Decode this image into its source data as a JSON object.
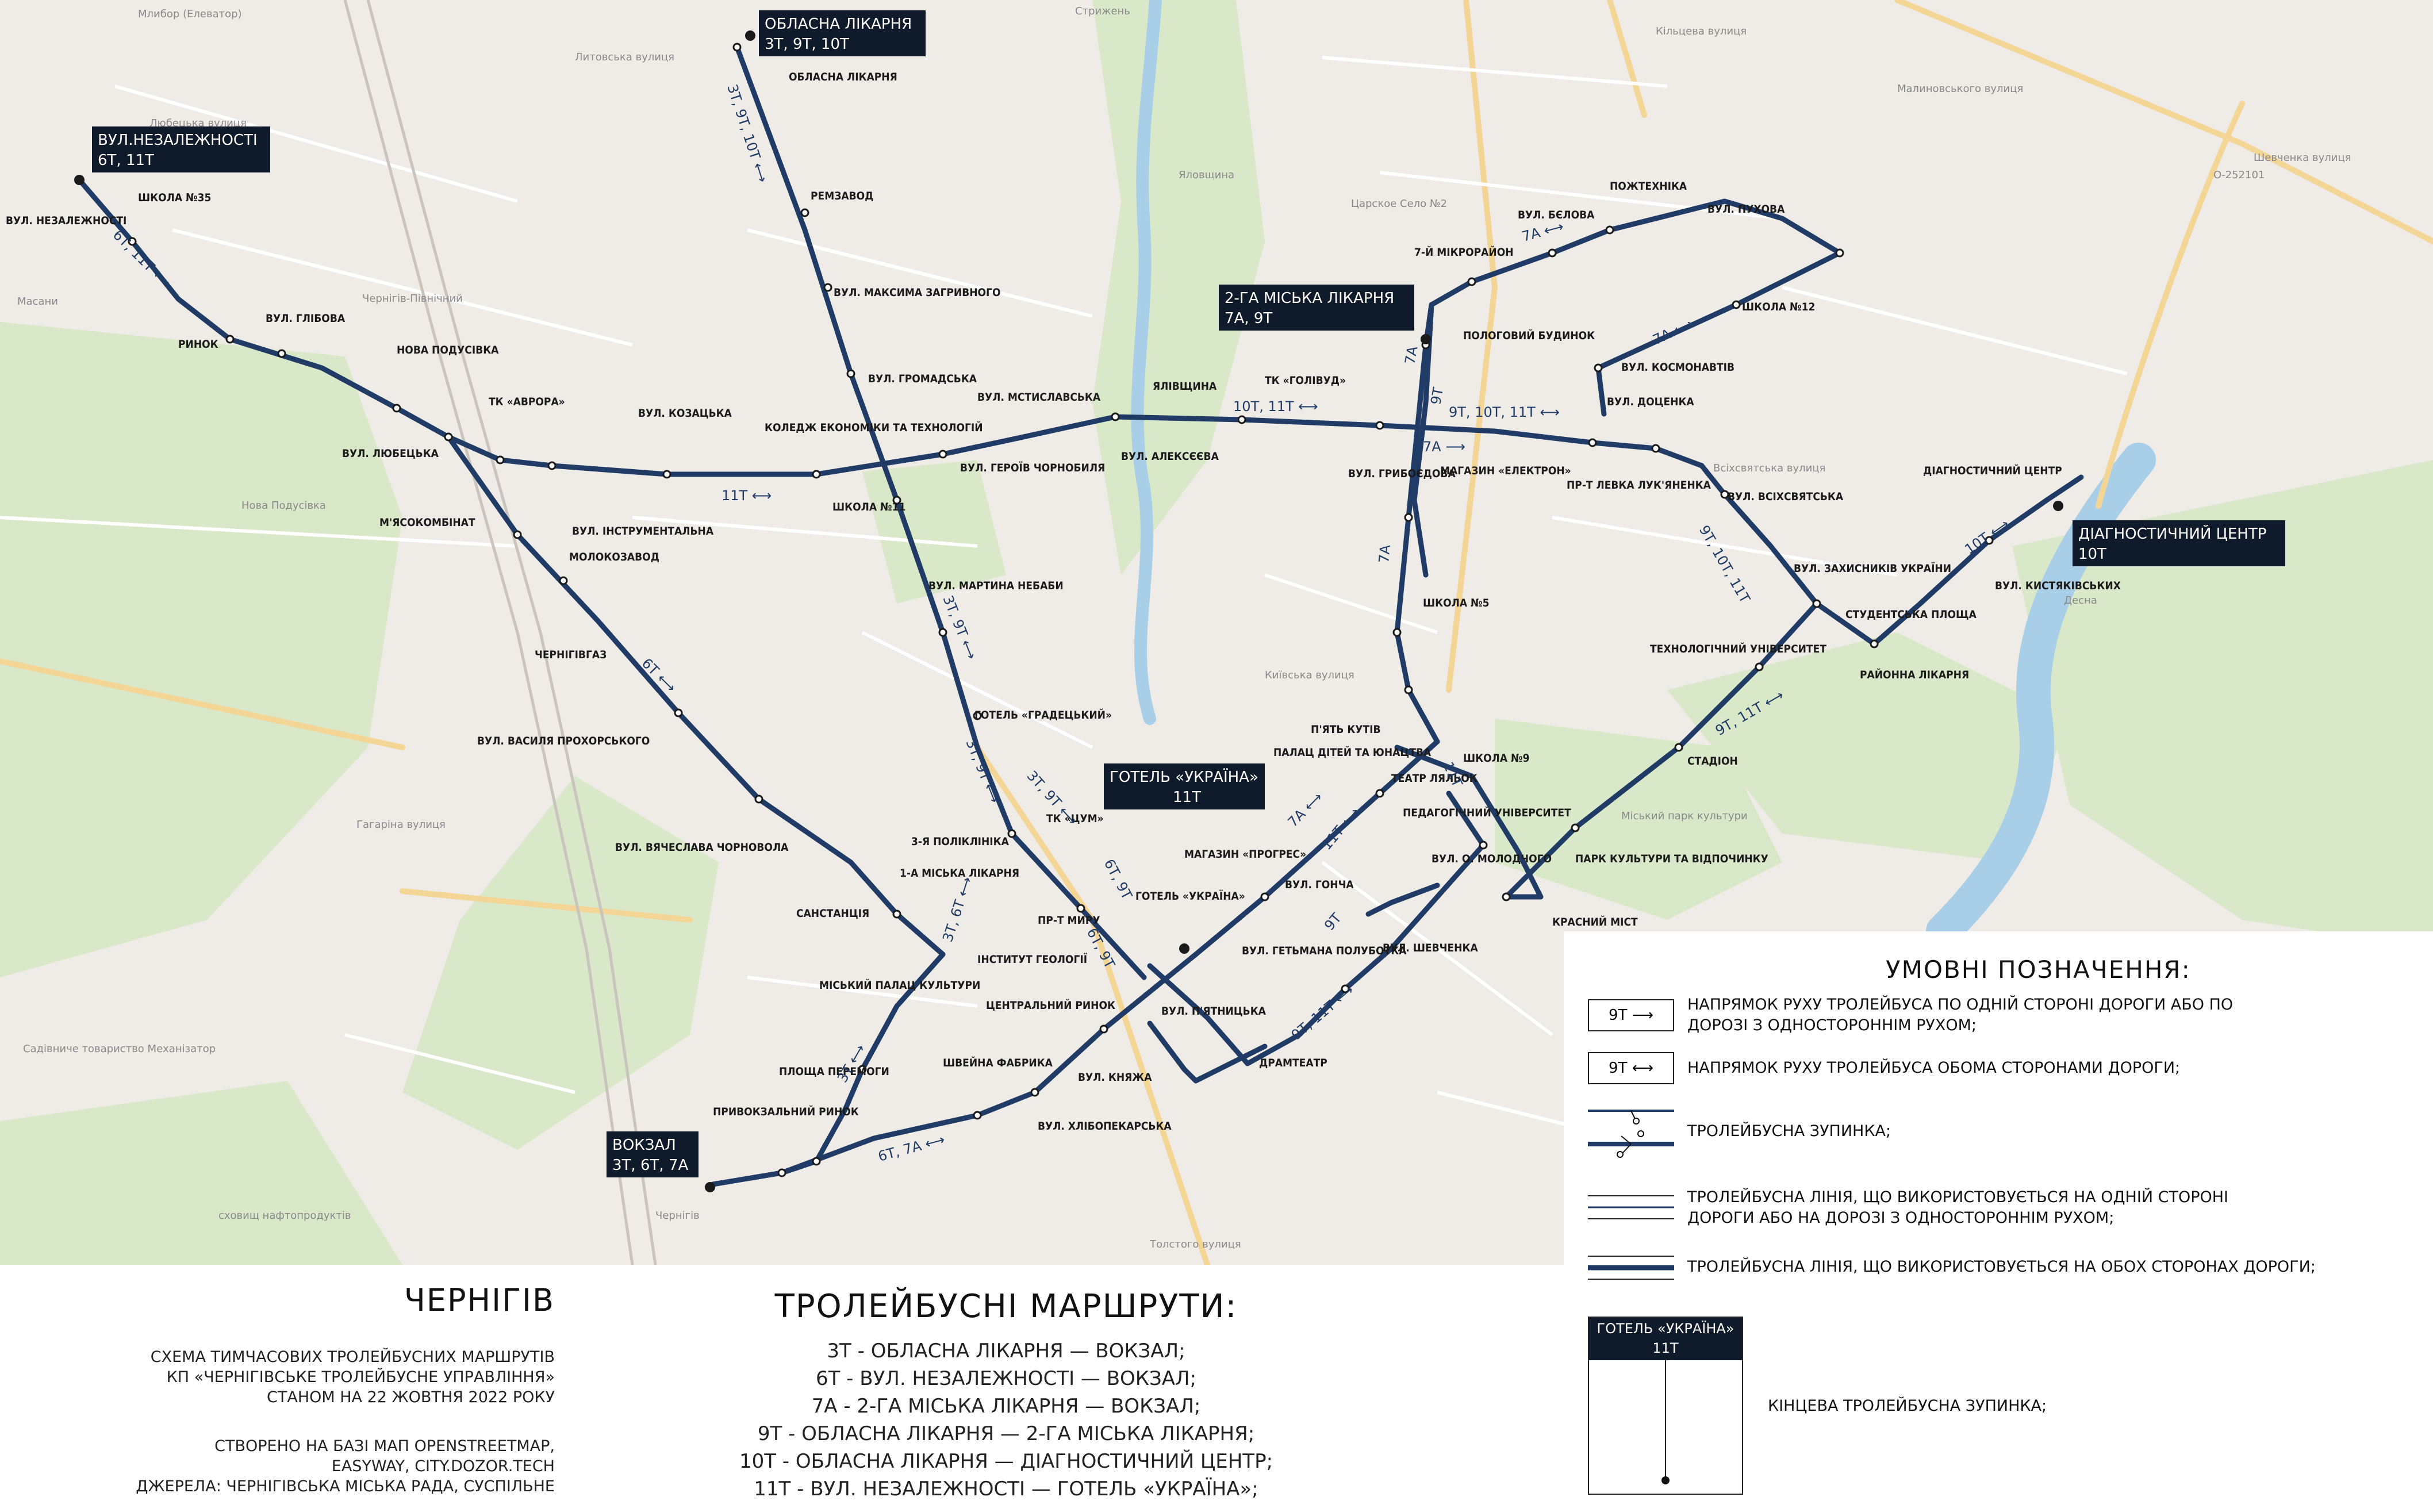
{
  "map_street_labels": [
    "Млибор (Елеватор)",
    "Литовська вулиця",
    "Стрижень",
    "Малиновського вулиця",
    "Кільцева вулиця",
    "Шевченка вулиця",
    "Яловщина",
    "Царское Село №2",
    "О-252101",
    "Чернігів-Північний",
    "Масани",
    "Нова Подусівка",
    "Міський парк культури",
    "Гагаріна вулиця",
    "Садівниче товариство Механізатор",
    "сховищ нафтопродуктів",
    "Чернігів",
    "Толстого вулиця",
    "Десна",
    "Любецька вулиця",
    "Всіхсвятська вулиця",
    "Київська вулиця"
  ],
  "stops": {
    "oblasna_likarnia": "ОБЛАСНА ЛІКАРНЯ",
    "remzavod": "РЕМЗАВОД",
    "maksyma_zahryvnoho": "ВУЛ. МАКСИМА ЗАГРИВНОГО",
    "hromadska": "ВУЛ. ГРОМАДСЬКА",
    "mstyslavska": "ВУЛ. МСТИСЛАВСЬКА",
    "yalivshchyna": "ЯЛІВЩИНА",
    "tk_holivud": "ТК «ГОЛІВУД»",
    "alekseieva": "ВУЛ. АЛЕКСЄЄВА",
    "heroiv_chornobylia": "ВУЛ. ГЕРОЇВ ЧОРНОБИЛЯ",
    "shkola_11": "ШКОЛА №11",
    "koledzh": "КОЛЕДЖ ЕКОНОМІКИ ТА ТЕХНОЛОГІЙ",
    "kozatska": "ВУЛ. КОЗАЦЬКА",
    "tk_avrora": "ТК «АВРОРА»",
    "nova_podusivka": "НОВА ПОДУСІВКА",
    "hlibova": "ВУЛ. ГЛІБОВА",
    "rynok": "РИНОК",
    "shkola_35": "ШКОЛА №35",
    "nezalezhnosti": "ВУЛ. НЕЗАЛЕЖНОСТІ",
    "liubetska": "ВУЛ. ЛЮБЕЦЬКА",
    "miasokombinat": "М'ЯСОКОМБІНАТ",
    "instrumentalna": "ВУЛ. ІНСТРУМЕНТАЛЬНА",
    "molokozavod": "МОЛОКОЗАВОД",
    "chernihivhaz": "ЧЕРНІГІВГАЗ",
    "prokhorskoho": "ВУЛ. ВАСИЛЯ ПРОХОРСЬКОГО",
    "chornovola": "ВУЛ. ВЯЧЕСЛАВА ЧОРНОВОЛА",
    "sanstantsiia": "САНСТАНЦІЯ",
    "martyna_nebaby": "ВУЛ. МАРТИНА НЕБАБИ",
    "hotel_hradetskyi": "ГОТЕЛЬ «ГРАДЕЦЬКИЙ»",
    "tk_tsum": "ТК «ЦУМ»",
    "poliklinika_3": "3-Я ПОЛІКЛІНІКА",
    "likarnia_1": "1-А МІСЬКА ЛІКАРНЯ",
    "pr_myru": "ПР-Т МИРУ",
    "hotel_ukraina": "ГОТЕЛЬ «УКРАЇНА»",
    "instytut_heolohii": "ІНСТИТУТ ГЕОЛОГІЇ",
    "palats_kultury": "МІСЬКИЙ ПАЛАЦ КУЛЬТУРИ",
    "tsentralnyi_rynok": "ЦЕНТРАЛЬНИЙ РИНОК",
    "ploshcha_peremohy": "ПЛОЩА ПЕРЕМОГИ",
    "shveina_fabryka": "ШВЕЙНА ФАБРИКА",
    "kniazha": "ВУЛ. КНЯЖА",
    "pryvokzalnyi_rynok": "ПРИВОКЗАЛЬНИЙ РИНОК",
    "khlibopekarska": "ВУЛ. ХЛІБОПЕКАРСЬКА",
    "magazyn_prohres": "МАГАЗИН «ПРОГРЕС»",
    "honcha": "ВУЛ. ГОНЧА",
    "hetmana_polubotka": "ВУЛ. ГЕТЬМАНА ПОЛУБОТКА",
    "piatnytska": "ВУЛ. П'ЯТНИЦЬКА",
    "dramteatr": "ДРАМТЕАТР",
    "shevchenka": "ВУЛ. ШЕВЧЕНКА",
    "palats_ditei": "ПАЛАЦ ДІТЕЙ ТА ЮНАЦТВА",
    "piat_kutiv": "П'ЯТЬ КУТІВ",
    "teatr_lialok": "ТЕАТР ЛЯЛЬОК",
    "shkola_9": "ШКОЛА №9",
    "pedahohichnyi": "ПЕДАГОГІЧНИЙ УНІВЕРСИТЕТ",
    "molodchoho": "ВУЛ. О. МОЛОДЧОГО",
    "chervonyi_mist": "КРАСНИЙ МІСТ",
    "park_kultury": "ПАРК КУЛЬТУРИ ТА ВІДПОЧИНКУ",
    "stadion": "СТАДІОН",
    "tekhnolohichnyi": "ТЕХНОЛОГІЧНИЙ УНІВЕРСИТЕТ",
    "raionna_likarnia": "РАЙОННА ЛІКАРНЯ",
    "studentska": "СТУДЕНТСЬКА ПЛОЩА",
    "zakhysnykiv": "ВУЛ. ЗАХИСНИКІВ УКРАЇНИ",
    "kistiakivskykh": "ВУЛ. КИСТЯКІВСЬКИХ",
    "diahnostychnyi": "ДІАГНОСТИЧНИЙ ЦЕНТР",
    "vsikhsviatska": "ВУЛ. ВСІХСВЯТСЬКА",
    "levka_lukianenka": "ПР-Т ЛЕВКА ЛУК'ЯНЕНКА",
    "doventsa": "ВУЛ. ДОЦЕНКА",
    "magazyn_elektron": "МАГАЗИН «ЕЛЕКТРОН»",
    "hriboiedova": "ВУЛ. ГРИБОЄДОВА",
    "shkola_5": "ШКОЛА №5",
    "pologovyi": "ПОЛОГОВИЙ БУДИНОК",
    "mikroraion_7": "7-Й МІКРОРАЙОН",
    "bielova": "ВУЛ. БЄЛОВА",
    "pozhtekhnika": "ПОЖТЕХНІКА",
    "pukhova": "ВУЛ. ПУХОВА",
    "shkola_12": "ШКОЛА №12",
    "kosmonavtiv": "ВУЛ. КОСМОНАВТІВ"
  },
  "terminals": {
    "oblasna": {
      "name": "ОБЛАСНА ЛІКАРНЯ",
      "routes": "3Т, 9Т, 10Т"
    },
    "nezalezhnosti": {
      "name": "ВУЛ.НЕЗАЛЕЖНОСТІ",
      "routes": "6Т, 11Т"
    },
    "likarnia2": {
      "name": "2-ГА МІСЬКА ЛІКАРНЯ",
      "routes": "7А, 9Т"
    },
    "hotel": {
      "name": "ГОТЕЛЬ «УКРАЇНА»",
      "routes": "11Т"
    },
    "diahnostychnyi": {
      "name": "ДІАГНОСТИЧНИЙ ЦЕНТР",
      "routes": "10Т"
    },
    "vokzal": {
      "name": "ВОКЗАЛ",
      "routes": "3Т, 6Т, 7А"
    }
  },
  "route_labels": {
    "r1": "3Т, 9Т, 10Т ⟷",
    "r2": "6Т, 11Т ⟷",
    "r3": "11Т ⟷",
    "r4": "10Т, 11Т ⟷",
    "r5": "9Т, 10Т, 11Т ⟷",
    "r6": "3Т, 9Т ⟷",
    "r7": "3Т, 9Т ⟷",
    "r8": "3Т, 9Т ⟷",
    "r9": "6Т ⟷",
    "r10": "3Т, 6Т ⟷",
    "r11": "3Т ⟷",
    "r12": "6Т, 7А ⟷",
    "r13": "6Т, 9Т",
    "r14": "6Т, 9Т",
    "r15": "7А ⟷",
    "r16": "11Т ⟷",
    "r17": "9Т",
    "r18": "9Т, 11Т ⟷",
    "r19": "11Т",
    "r20": "9Т, 11Т ⟷",
    "r21": "9Т, 10Т, 11Т",
    "r22": "10Т ⟷",
    "r23": "7А ⟷",
    "r24": "7А",
    "r25": "7А ⟶",
    "r26": "7А ⟷",
    "r27": "9Т",
    "r28": "7А"
  },
  "legend": {
    "title": "УМОВНІ ПОЗНАЧЕННЯ:",
    "one_way_sample": "9Т ⟶",
    "one_way_text": "НАПРЯМОК РУХУ ТРОЛЕЙБУСА ПО ОДНІЙ СТОРОНІ ДОРОГИ АБО ПО ДОРОЗІ З ОДНОСТОРОННІМ РУХОМ;",
    "two_way_sample": "9Т ⟷",
    "two_way_text": "НАПРЯМОК РУХУ ТРОЛЕЙБУСА ОБОМА СТОРОНАМИ ДОРОГИ;",
    "stop_text": "ТРОЛЕЙБУСНА ЗУПИНКА;",
    "one_side_text": "ТРОЛЕЙБУСНА ЛІНІЯ, ЩО ВИКОРИСТОВУЄТЬСЯ НА ОДНІЙ СТОРОНІ ДОРОГИ АБО НА ДОРОЗІ З ОДНОСТОРОННІМ РУХОМ;",
    "both_sides_text": "ТРОЛЕЙБУСНА ЛІНІЯ, ЩО ВИКОРИСТОВУЄТЬСЯ НА ОБОХ СТОРОНАХ ДОРОГИ;",
    "terminal_sample_name": "ГОТЕЛЬ «УКРАЇНА»",
    "terminal_sample_routes": "11Т",
    "terminal_text": "КІНЦЕВА ТРОЛЕЙБУСНА ЗУПИНКА;"
  },
  "footer": {
    "city": "ЧЕРНІГІВ",
    "line1": "СХЕМА ТИМЧАСОВИХ ТРОЛЕЙБУСНИХ МАРШРУТІВ",
    "line2": "КП «ЧЕРНІГІВСЬКЕ ТРОЛЕЙБУСНЕ УПРАВЛІННЯ»",
    "line3": "СТАНОМ НА 22 ЖОВТНЯ 2022 РОКУ",
    "line4": "СТВОРЕНО НА БАЗІ МАП OPENSTREETMAP,",
    "line5": "EASYWAY, CITY.DOZOR.TECH",
    "line6": "ДЖЕРЕЛА: ЧЕРНІГІВСЬКА МІСЬКА РАДА, СУСПІЛЬНЕ"
  },
  "routes": {
    "title": "ТРОЛЕЙБУСНІ МАРШРУТИ:",
    "list": [
      "3Т - ОБЛАСНА ЛІКАРНЯ — ВОКЗАЛ;",
      "6Т - ВУЛ. НЕЗАЛЕЖНОСТІ — ВОКЗАЛ;",
      "7А - 2-ГА МІСЬКА ЛІКАРНЯ — ВОКЗАЛ;",
      "9Т - ОБЛАСНА ЛІКАРНЯ — 2-ГА МІСЬКА ЛІКАРНЯ;",
      "10Т - ОБЛАСНА ЛІКАРНЯ — ДІАГНОСТИЧНИЙ ЦЕНТР;",
      "11Т - ВУЛ. НЕЗАЛЕЖНОСТІ — ГОТЕЛЬ «УКРАЇНА»;"
    ]
  },
  "colors": {
    "line": "#1f3b66",
    "terminal_bg": "#0f1a2b",
    "map_bg": "#eeeae4",
    "park": "#d7e8c6",
    "water": "#a9cfe8",
    "road": "#f6dca0"
  }
}
